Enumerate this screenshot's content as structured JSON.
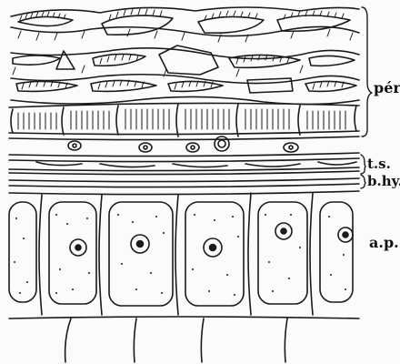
{
  "figure": {
    "labels": {
      "per": "pér",
      "ts": "t.s.",
      "bhy": "b.hy.",
      "ap": "a.p."
    },
    "colors": {
      "ink": "#1a1a1a",
      "paper": "#fbfbf9"
    }
  }
}
